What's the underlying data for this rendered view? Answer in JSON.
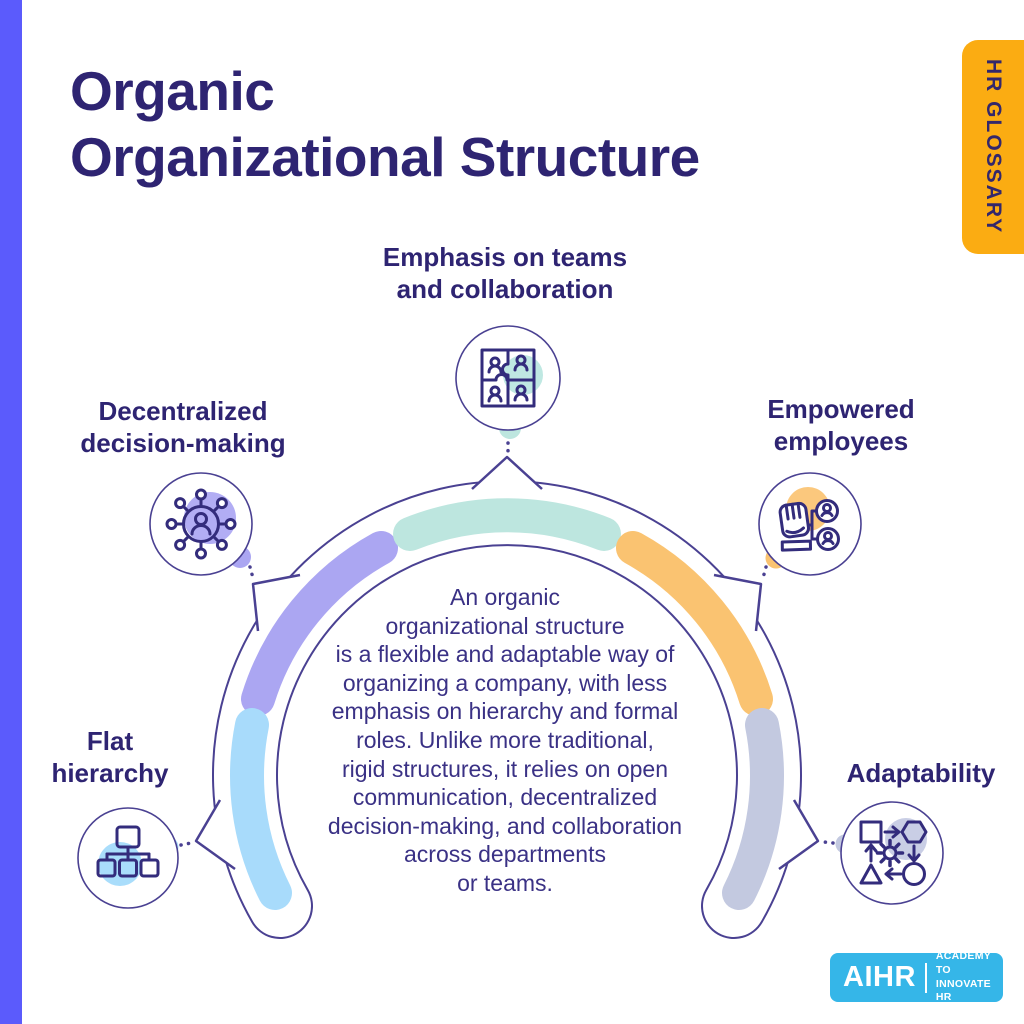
{
  "page": {
    "background": "#ffffff",
    "left_stripe_color": "#5B5BFC"
  },
  "glossary_tab": {
    "label": "HR GLOSSARY",
    "bg_color": "#FBAC12",
    "text_color": "#33276B"
  },
  "title": {
    "text": "Organic\nOrganizational Structure",
    "color": "#2E2472"
  },
  "center_text": {
    "text": "An organic\norganizational structure\nis a flexible and adaptable way of\norganizing a company, with less\nemphasis on hierarchy and formal\nroles. Unlike more traditional,\nrigid structures, it relies on open\ncommunication, decentralized\ndecision-making, and collaboration\nacross departments\nor teams.",
    "color": "#3A3185"
  },
  "nodes": [
    {
      "id": "teams",
      "label": "Emphasis on teams\nand collaboration",
      "icon": "puzzle-teamwork-icon",
      "accent_color": "#BDE6DF",
      "position": "top"
    },
    {
      "id": "decentralized",
      "label": "Decentralized\ndecision-making",
      "icon": "network-people-icon",
      "accent_color": "#ABA6F2",
      "position": "upper-left"
    },
    {
      "id": "empowered",
      "label": "Empowered\nemployees",
      "icon": "raised-fist-icon",
      "accent_color": "#FAC371",
      "position": "upper-right"
    },
    {
      "id": "flat_hierarchy",
      "label": "Flat\nhierarchy",
      "icon": "org-chart-icon",
      "accent_color": "#A8DBFB",
      "position": "lower-left"
    },
    {
      "id": "adaptability",
      "label": "Adaptability",
      "icon": "process-cycle-gear-icon",
      "accent_color": "#C3C9E0",
      "position": "lower-right"
    }
  ],
  "arc": {
    "outline_color": "#4A4192",
    "band_fill": "#ffffff"
  },
  "logo": {
    "name": "AIHR",
    "tagline_line1": "ACADEMY TO",
    "tagline_line2": "INNOVATE HR",
    "bg_color": "#35B6E8"
  }
}
